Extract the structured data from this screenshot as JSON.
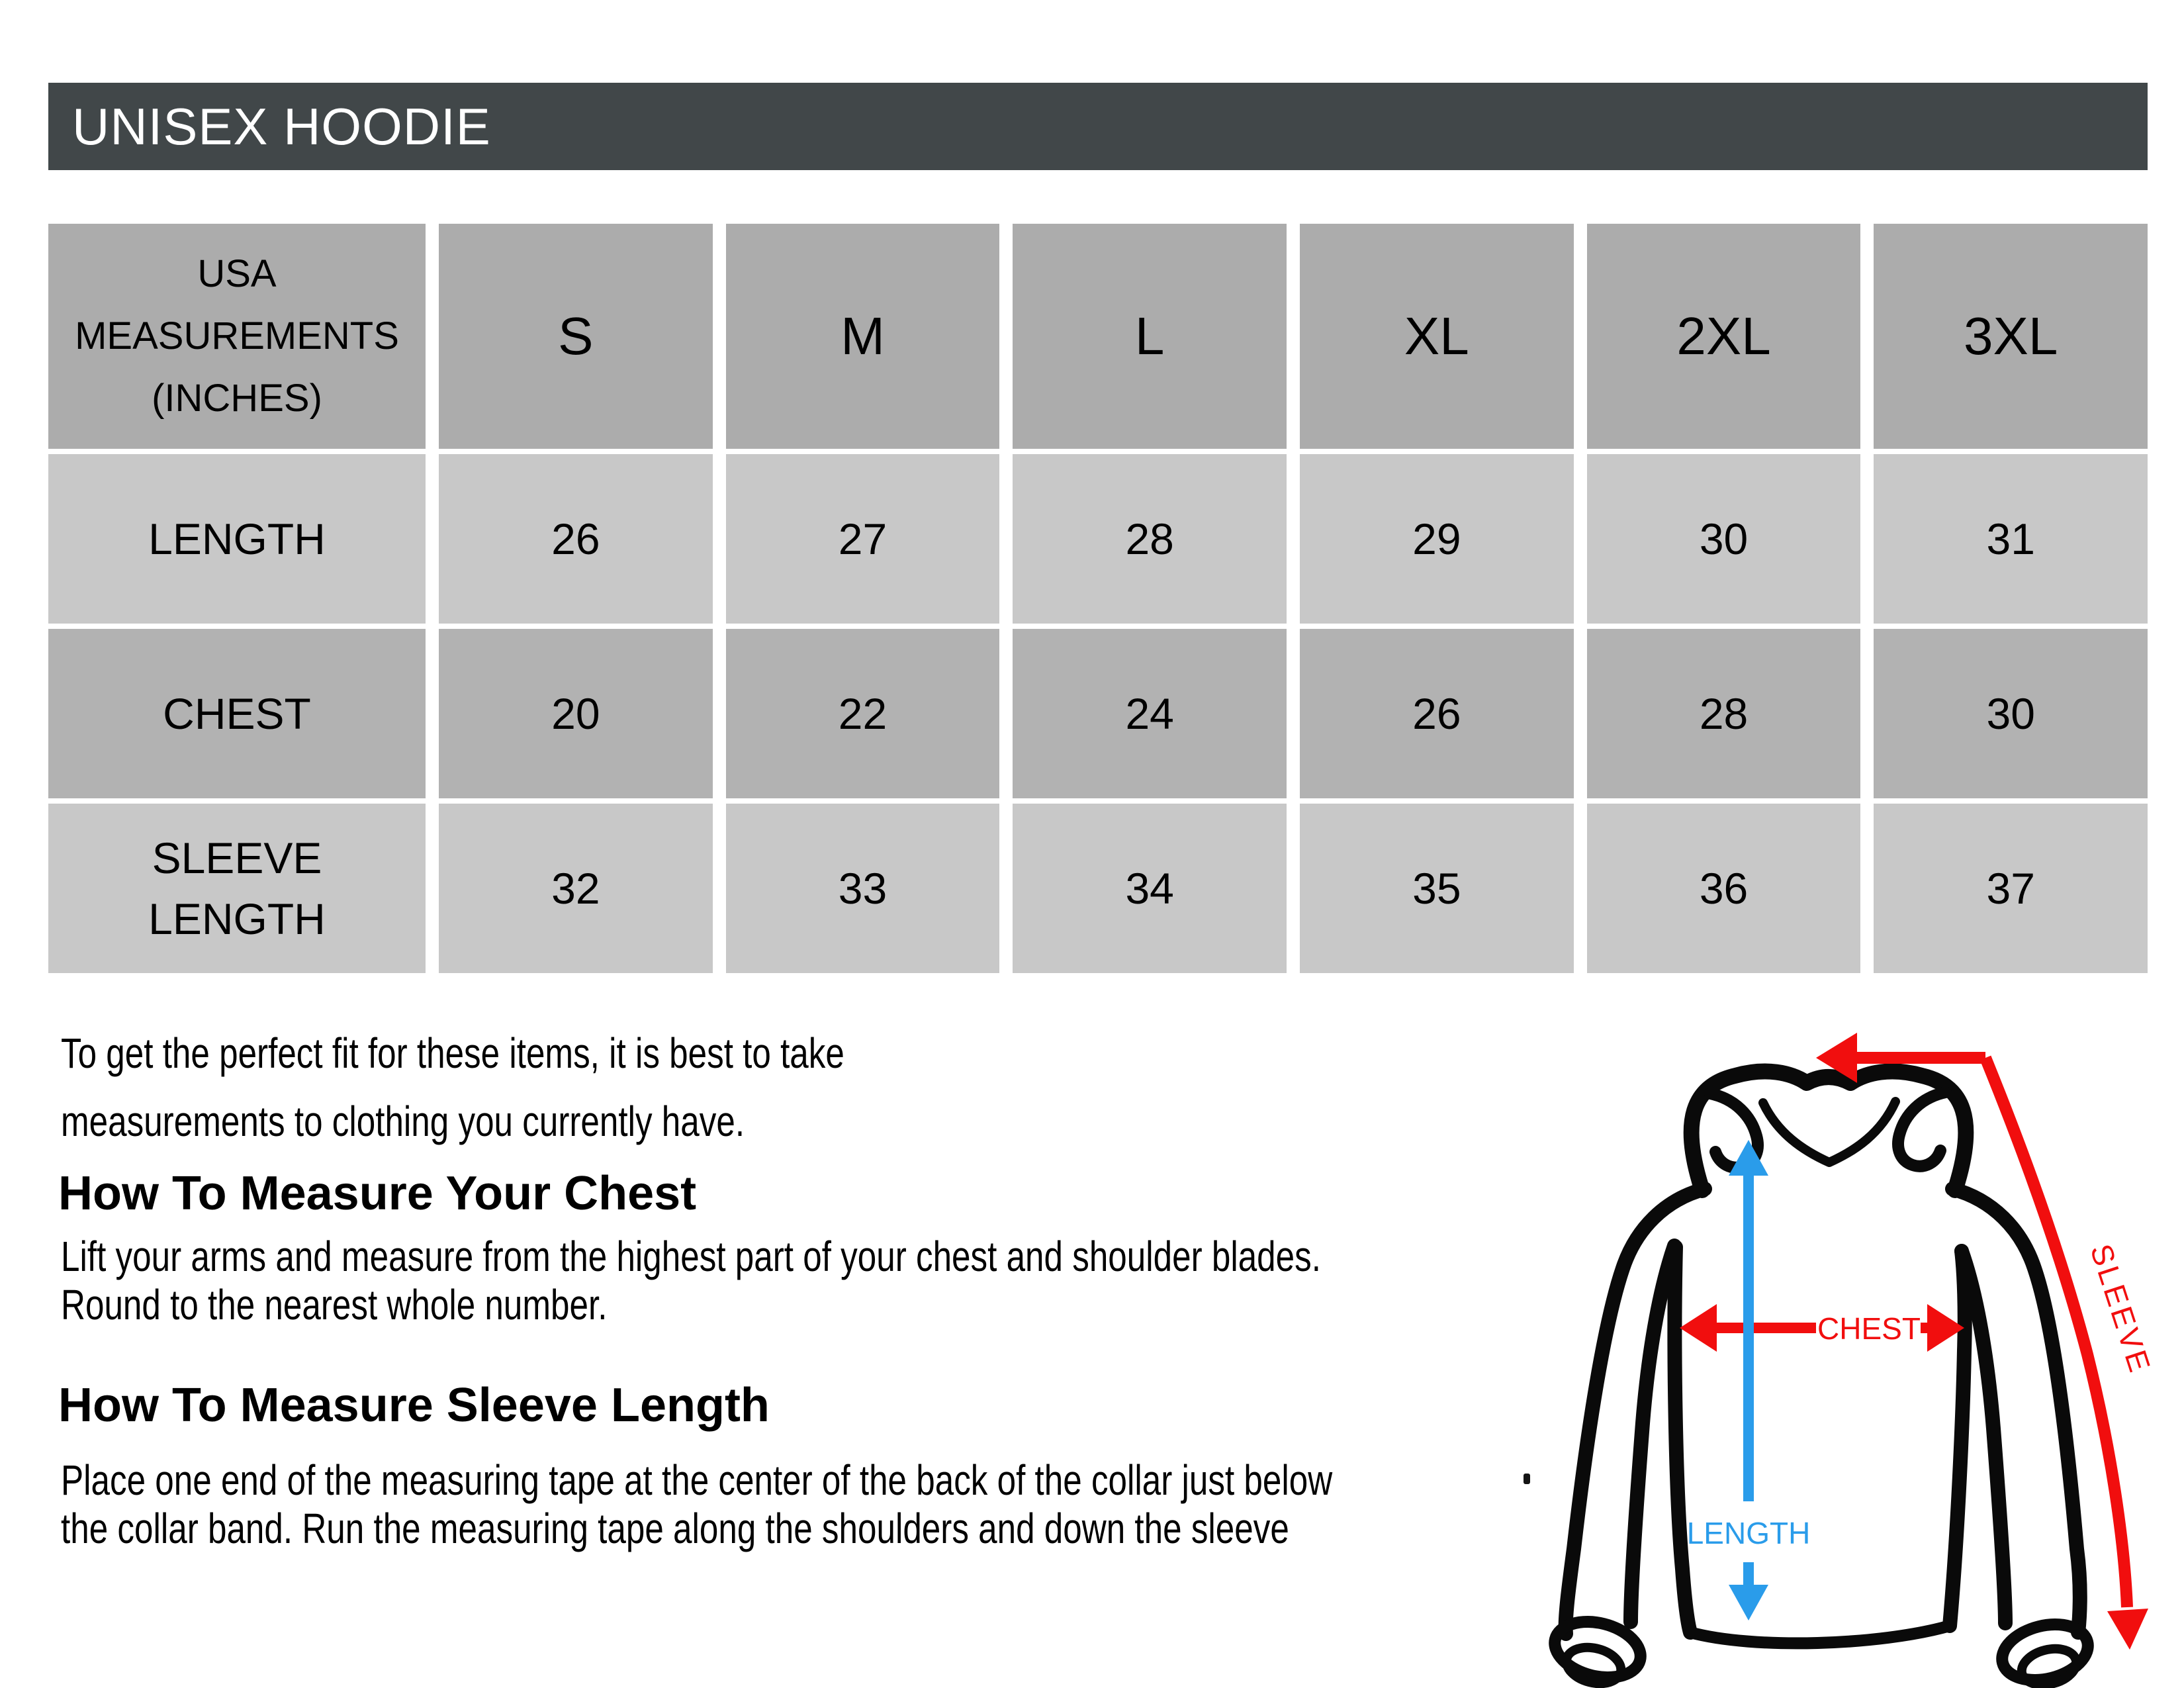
{
  "title": "UNISEX HOODIE",
  "table": {
    "corner_lines": [
      "USA",
      "MEASUREMENTS",
      "(INCHES)"
    ],
    "sizes": [
      "S",
      "M",
      "L",
      "XL",
      "2XL",
      "3XL"
    ],
    "rows": [
      {
        "label_lines": [
          "LENGTH"
        ],
        "values": [
          "26",
          "27",
          "28",
          "29",
          "30",
          "31"
        ]
      },
      {
        "label_lines": [
          "CHEST"
        ],
        "values": [
          "20",
          "22",
          "24",
          "26",
          "28",
          "30"
        ]
      },
      {
        "label_lines": [
          "SLEEVE",
          "LENGTH"
        ],
        "values": [
          "32",
          "33",
          "34",
          "35",
          "36",
          "37"
        ]
      }
    ]
  },
  "intro_lines": [
    "To get the perfect fit for these items, it is best to take",
    "measurements to clothing you currently have."
  ],
  "sections": [
    {
      "heading": "How To Measure Your Chest",
      "lines": [
        "Lift your arms and measure from the highest part of your chest and shoulder blades.",
        "Round to the nearest whole number."
      ]
    },
    {
      "heading": "How To Measure Sleeve Length",
      "lines": [
        "Place one end of the measuring tape at the center of the back of the collar just below",
        "the collar band. Run the measuring tape along the shoulders and down the sleeve"
      ]
    }
  ],
  "diagram": {
    "chest_label": "CHEST",
    "length_label": "LENGTH",
    "sleeve_label": "SLEEVE"
  },
  "colors": {
    "title_bar_bg": "#414749",
    "title_text": "#FFFFFF",
    "row_header_bg": "#ACACAC",
    "row_light_bg": "#C8C8C8",
    "row_medium_bg": "#B2B2B2",
    "cell_text": "#000000",
    "arrow_red": "#F10E0E",
    "arrow_blue": "#2A9CEA",
    "outline_black": "#0A0A0A"
  }
}
